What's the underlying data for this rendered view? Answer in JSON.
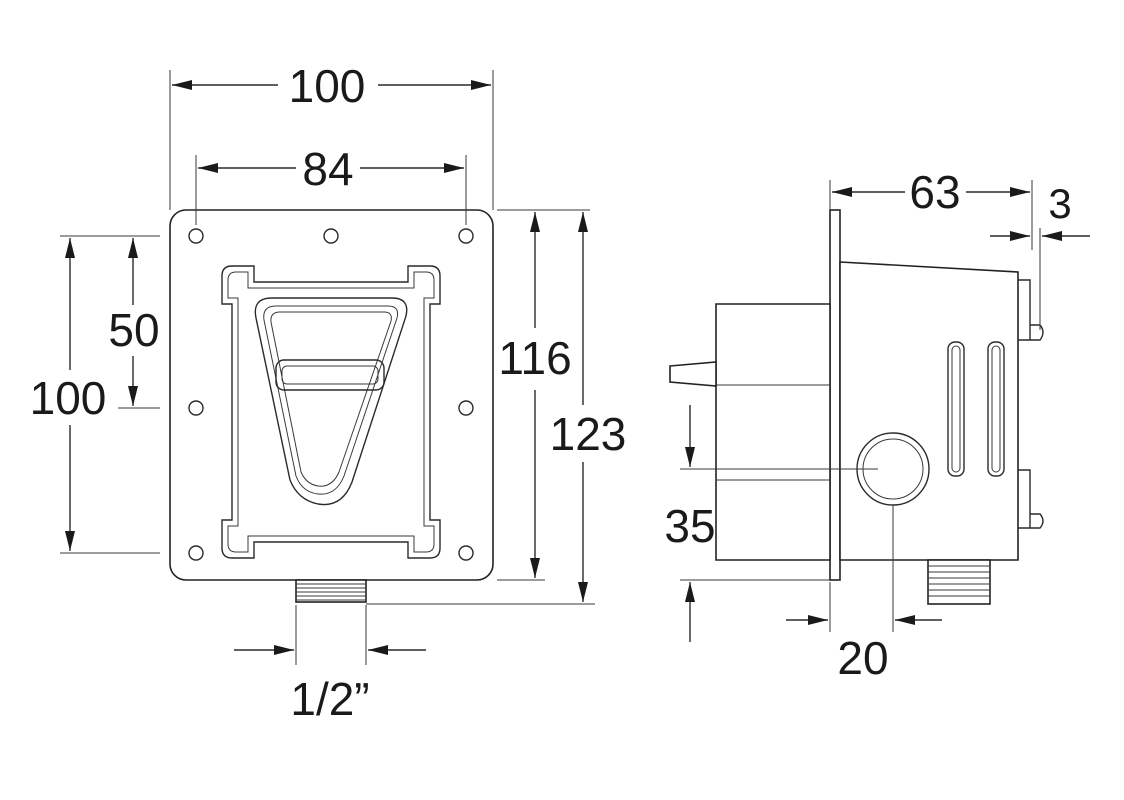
{
  "front_view": {
    "width_outer": "100",
    "width_inner": "84",
    "height_left": "100",
    "offset_half": "50",
    "height_inner": "116",
    "height_total": "123",
    "thread_size": "1/2”"
  },
  "side_view": {
    "depth": "63",
    "flange": "3",
    "outlet_height": "35",
    "outlet_offset": "20"
  }
}
